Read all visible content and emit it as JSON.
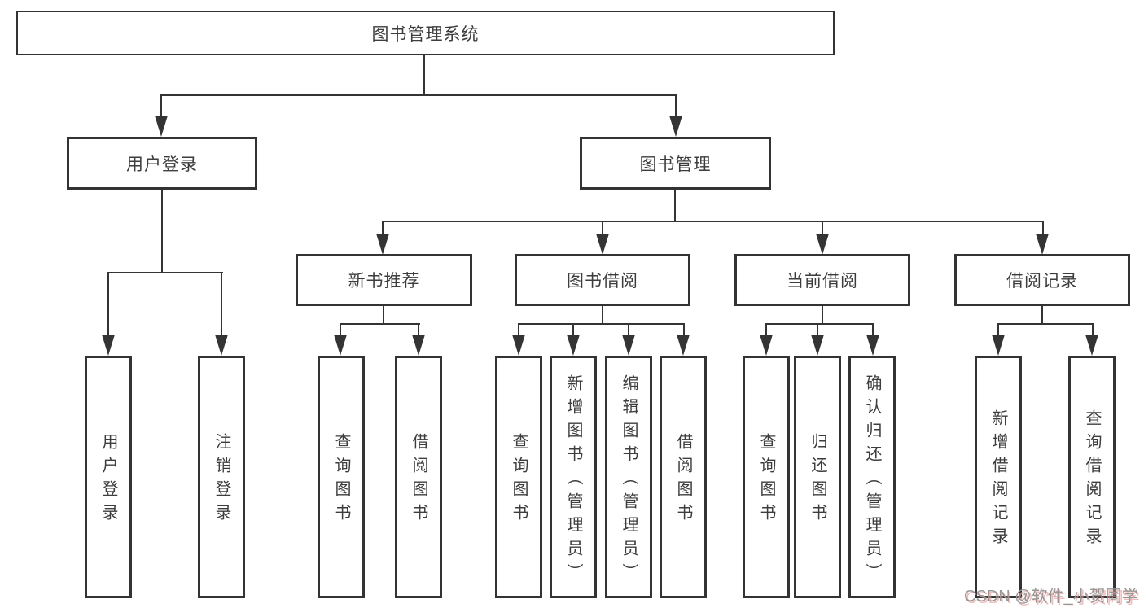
{
  "nodes": {
    "root": "图书管理系统",
    "user_login": "用户登录",
    "book_mgmt": "图书管理",
    "new_book_rec": "新书推荐",
    "book_borrow": "图书借阅",
    "current_borrow": "当前借阅",
    "borrow_records": "借阅记录",
    "leaves": {
      "user_login": [
        "用户登录",
        "注销登录"
      ],
      "new_book_rec": [
        "查询图书",
        "借阅图书"
      ],
      "book_borrow": [
        "查询图书",
        "新增图书（管理员）",
        "编辑图书（管理员）",
        "借阅图书"
      ],
      "current_borrow": [
        "查询图书",
        "归还图书",
        "确认归还（管理员）"
      ],
      "borrow_records": [
        "新增借阅记录",
        "查询借阅记录"
      ]
    }
  },
  "watermark": "CSDN @软件_小贺同学",
  "colors": {
    "line": "#343434",
    "box_border": "#333333",
    "text": "#3d3d3d",
    "background": "#ffffff",
    "watermark_text": "#979797",
    "watermark_shadow": "#e89696"
  }
}
